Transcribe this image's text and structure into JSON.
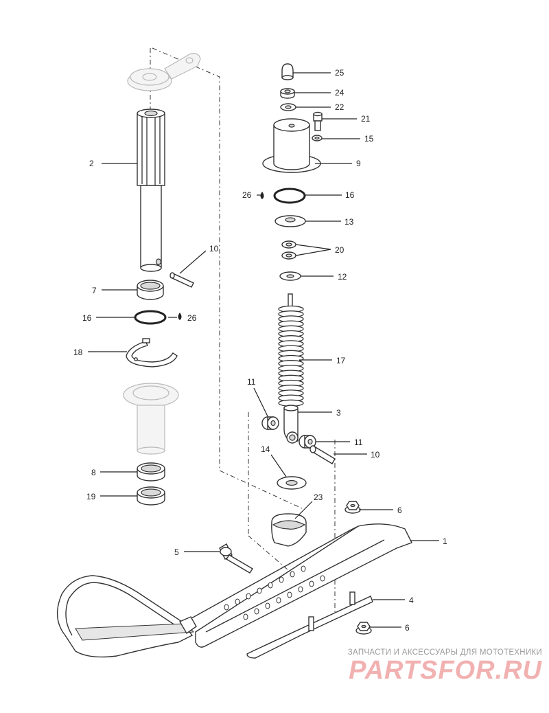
{
  "diagram": {
    "callouts": {
      "c1": "1",
      "c2": "2",
      "c3": "3",
      "c4": "4",
      "c5": "5",
      "c6a": "6",
      "c6b": "6",
      "c7": "7",
      "c8": "8",
      "c9": "9",
      "c10a": "10",
      "c10b": "10",
      "c11a": "11",
      "c11b": "11",
      "c12": "12",
      "c13": "13",
      "c14": "14",
      "c15": "15",
      "c16a": "16",
      "c16b": "16",
      "c17": "17",
      "c18": "18",
      "c19": "19",
      "c20": "20",
      "c21": "21",
      "c22": "22",
      "c23": "23",
      "c24": "24",
      "c25": "25",
      "c26a": "26",
      "c26b": "26"
    }
  },
  "watermark": {
    "caption": "ЗАПЧАСТИ И АКСЕССУАРЫ ДЛЯ МОТОТЕХНИКИ",
    "logo": "PARTSFOR.RU"
  }
}
